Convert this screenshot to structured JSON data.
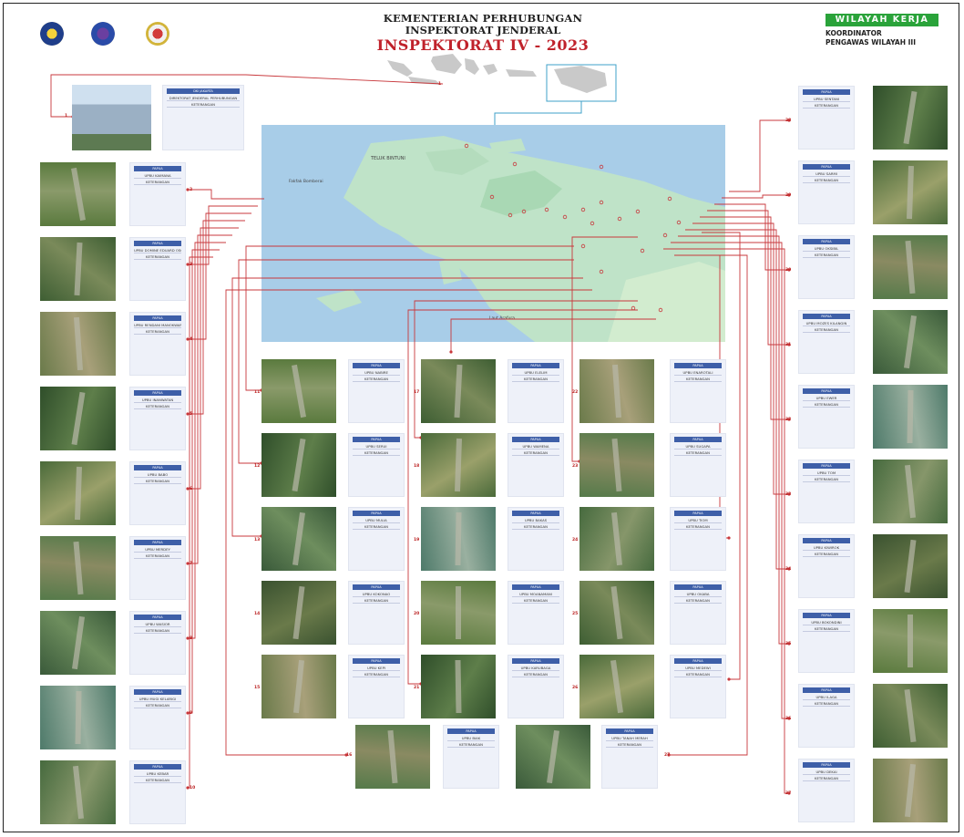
{
  "header": {
    "line1": "KEMENTERIAN PERHUBUNGAN",
    "line2": "INSPEKTORAT JENDERAL",
    "line3": "INSPEKTORAT IV - 2023"
  },
  "wilayah": {
    "badge": "WILAYAH KERJA",
    "sub1": "KOORDINATOR",
    "sub2": "PENGAWAS WILAYAH III"
  },
  "map": {
    "label_teluk": "TELUK BINTUNI",
    "label_bomberai": "Fakfak Bomberai",
    "label_laut": "Laut Arafura"
  },
  "card_text": {
    "header": "PAPUA",
    "keterangan": "KETERANGAN"
  },
  "hq_card": {
    "header": "DKI JAKARTA",
    "name": "DIREKTORAT JENDERAL PERHUBUNGAN",
    "keterangan": "KETERANGAN"
  },
  "left_col": [
    {
      "n": "2",
      "name": "UPBU KAIMANA"
    },
    {
      "n": "3",
      "name": "UPBU DOMINE EDUARD OSOK"
    },
    {
      "n": "4",
      "name": "UPBU RENDANI MANOKWARI"
    },
    {
      "n": "5",
      "name": "UPBU INANWATAN"
    },
    {
      "n": "6",
      "name": "UPBU BABO"
    },
    {
      "n": "7",
      "name": "UPBU MERDEY"
    },
    {
      "n": "8",
      "name": "UPBU WASIOR"
    },
    {
      "n": "9",
      "name": "UPBU MUGI KELARIGI"
    },
    {
      "n": "10",
      "name": "UPBU KEBAR"
    }
  ],
  "right_col": [
    {
      "n": "28",
      "name": "UPBU SENTANI"
    },
    {
      "n": "29",
      "name": "UPBU SARMI"
    },
    {
      "n": "30",
      "name": "UPBU OKSIBIL"
    },
    {
      "n": "31",
      "name": "UPBU MOZES KILANGIN"
    },
    {
      "n": "32",
      "name": "UPBU EWER"
    },
    {
      "n": "33",
      "name": "UPBU TOM"
    },
    {
      "n": "34",
      "name": "UPBU KIWIROK"
    },
    {
      "n": "35",
      "name": "UPBU BOKONDINI"
    },
    {
      "n": "36",
      "name": "UPBU ILAGA"
    },
    {
      "n": "37",
      "name": "UPBU DEKAI"
    }
  ],
  "center_cols": [
    [
      {
        "n": "11",
        "name": "UPBU NABIRE"
      },
      {
        "n": "12",
        "name": "UPBU SERUI"
      },
      {
        "n": "13",
        "name": "UPBU MULIA"
      },
      {
        "n": "14",
        "name": "UPBU KOKONAO"
      },
      {
        "n": "15",
        "name": "UPBU KEPI"
      }
    ],
    [
      {
        "n": "17",
        "name": "UPBU ELELIM"
      },
      {
        "n": "18",
        "name": "UPBU WAMENA"
      },
      {
        "n": "19",
        "name": "UPBU BAKAS"
      },
      {
        "n": "20",
        "name": "UPBU MOANAMANI"
      },
      {
        "n": "21",
        "name": "UPBU KARUBAGA"
      }
    ],
    [
      {
        "n": "22",
        "name": "UPBU ENAROTALI"
      },
      {
        "n": "23",
        "name": "UPBU SUGAPA"
      },
      {
        "n": "24",
        "name": "UPBU TIOM"
      },
      {
        "n": "25",
        "name": "UPBU OKABA"
      },
      {
        "n": "26",
        "name": "UPBU MEDEWI"
      }
    ]
  ],
  "bottom_row": [
    {
      "n": "16",
      "name": "UPBU BIAK"
    },
    {
      "n": "27",
      "name": "UPBU TANAH MERAH"
    }
  ]
}
